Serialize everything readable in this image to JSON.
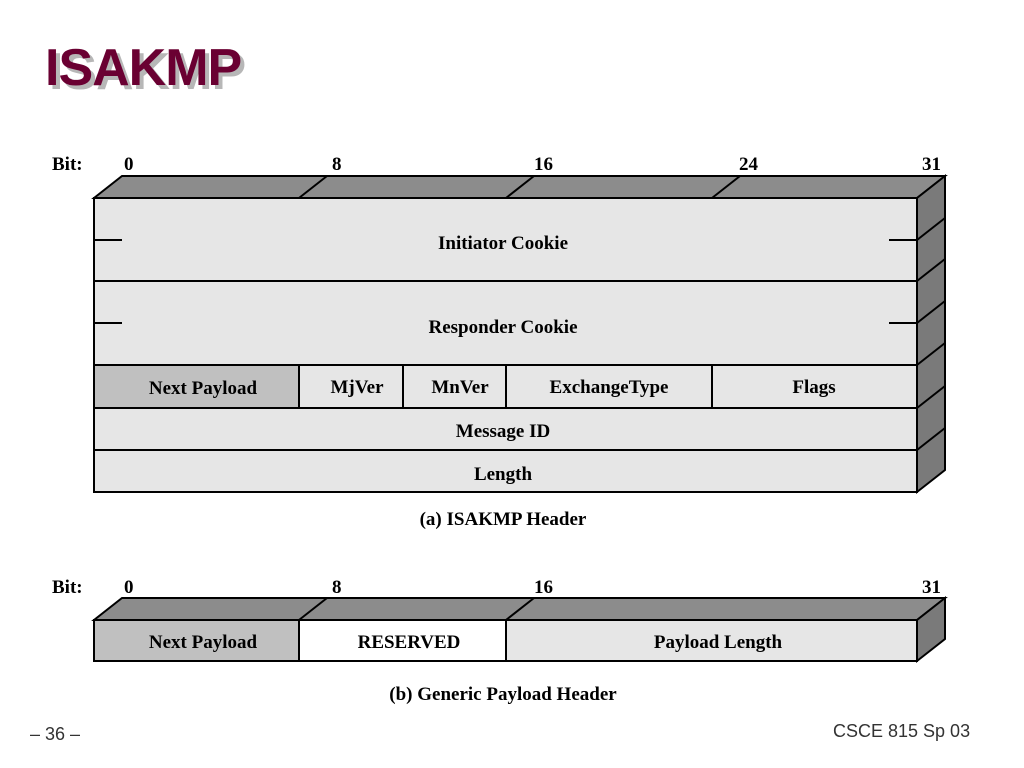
{
  "title": "ISAKMP",
  "bit_label": "Bit:",
  "isakmp_header": {
    "bits": [
      "0",
      "8",
      "16",
      "24",
      "31"
    ],
    "fields": {
      "initiator_cookie": "Initiator Cookie",
      "responder_cookie": "Responder Cookie",
      "next_payload": "Next Payload",
      "mjver": "MjVer",
      "mnver": "MnVer",
      "exchange_type": "ExchangeType",
      "flags": "Flags",
      "message_id": "Message ID",
      "length": "Length"
    },
    "caption": "(a) ISAKMP Header"
  },
  "generic_payload_header": {
    "bits": [
      "0",
      "8",
      "16",
      "31"
    ],
    "fields": {
      "next_payload": "Next Payload",
      "reserved": "RESERVED",
      "payload_length": "Payload Length"
    },
    "caption": "(b) Generic Payload Header"
  },
  "colors": {
    "field_fill": "#e6e6e6",
    "highlight_fill": "#c0c0c0",
    "top_face": "#8c8c8c",
    "side_face": "#7a7a7a",
    "title": "#6a0032"
  },
  "footer": {
    "page": "– 36 –",
    "course": "CSCE 815 Sp 03"
  }
}
